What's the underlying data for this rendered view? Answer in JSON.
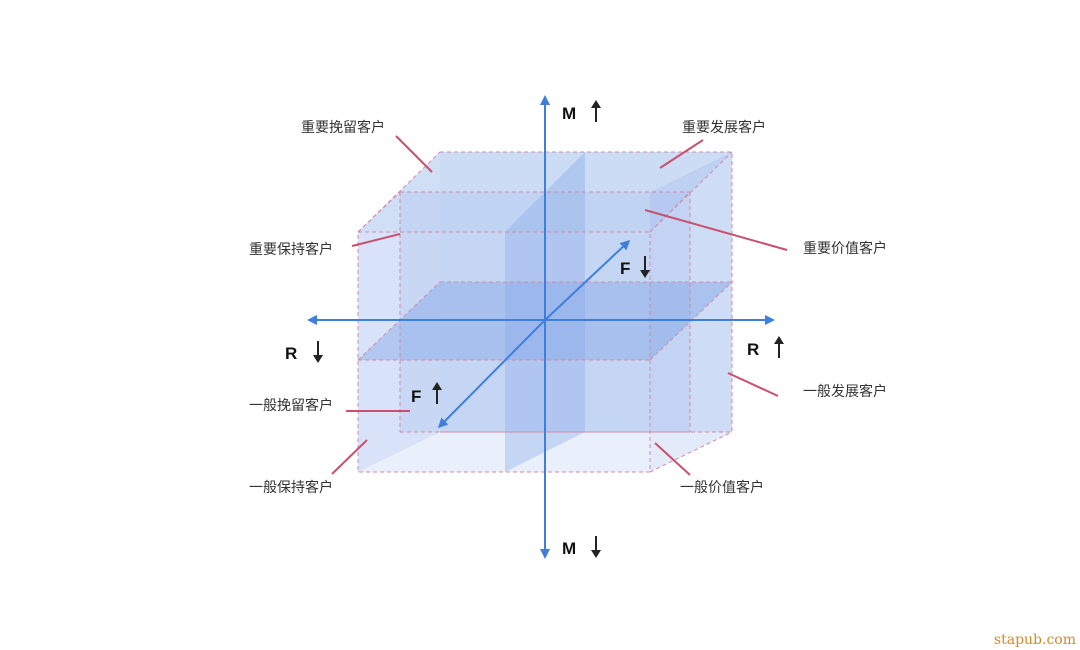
{
  "segments": {
    "important_retain": "重要挽留客户",
    "important_develop": "重要发展客户",
    "important_keep": "重要保持客户",
    "important_value": "重要价值客户",
    "general_retain": "一般挽留客户",
    "general_develop": "一般发展客户",
    "general_keep": "一般保持客户",
    "general_value": "一般价值客户"
  },
  "axes": {
    "m_up": "M",
    "m_down": "M",
    "r_left": "R",
    "r_right": "R",
    "f_back": "F",
    "f_front": "F"
  },
  "colors": {
    "face": "#9ab8ec",
    "axis": "#3f7fdc",
    "leader": "#c9506e",
    "dash": "#d28aa8",
    "arrow_dark": "#222222"
  },
  "watermark": "stapub.com"
}
